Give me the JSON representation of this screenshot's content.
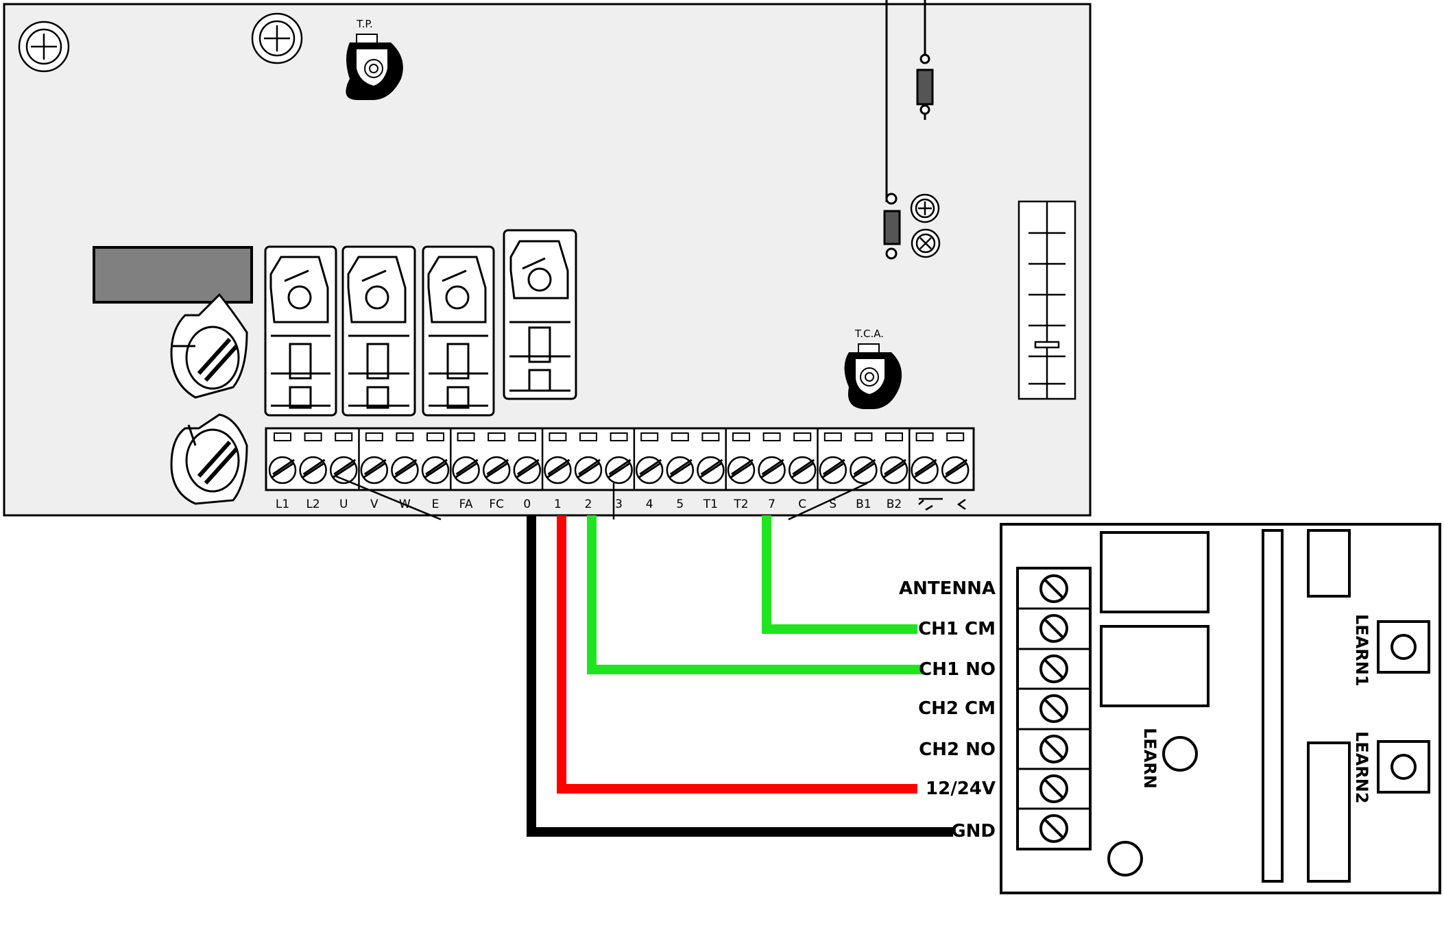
{
  "board": {
    "tp_label": "T.P.",
    "tca_label": "T.C.A.",
    "terminals": [
      "L1",
      "L2",
      "U",
      "V",
      "W",
      "E",
      "FA",
      "FC",
      "0",
      "1",
      "2",
      "3",
      "4",
      "5",
      "T1",
      "T2",
      "7",
      "C",
      "S",
      "B1",
      "B2"
    ]
  },
  "receiver": {
    "labels": [
      "ANTENNA",
      "CH1 CM",
      "CH1 NO",
      "CH2 CM",
      "CH2 NO",
      "12/24V",
      "GND"
    ],
    "learn": "LEARN",
    "learn1": "LEARN1",
    "learn2": "LEARN2"
  },
  "colors": {
    "black_wire": "#000000",
    "red_wire": "#ff0000",
    "green_wire": "#1fe51f",
    "board_fill": "#efefef",
    "dark_block": "#808080"
  },
  "icons": [
    "screw-icon",
    "trimmer-icon",
    "fuse-icon",
    "relay-icon",
    "antenna-icon",
    "push-button-icon"
  ]
}
